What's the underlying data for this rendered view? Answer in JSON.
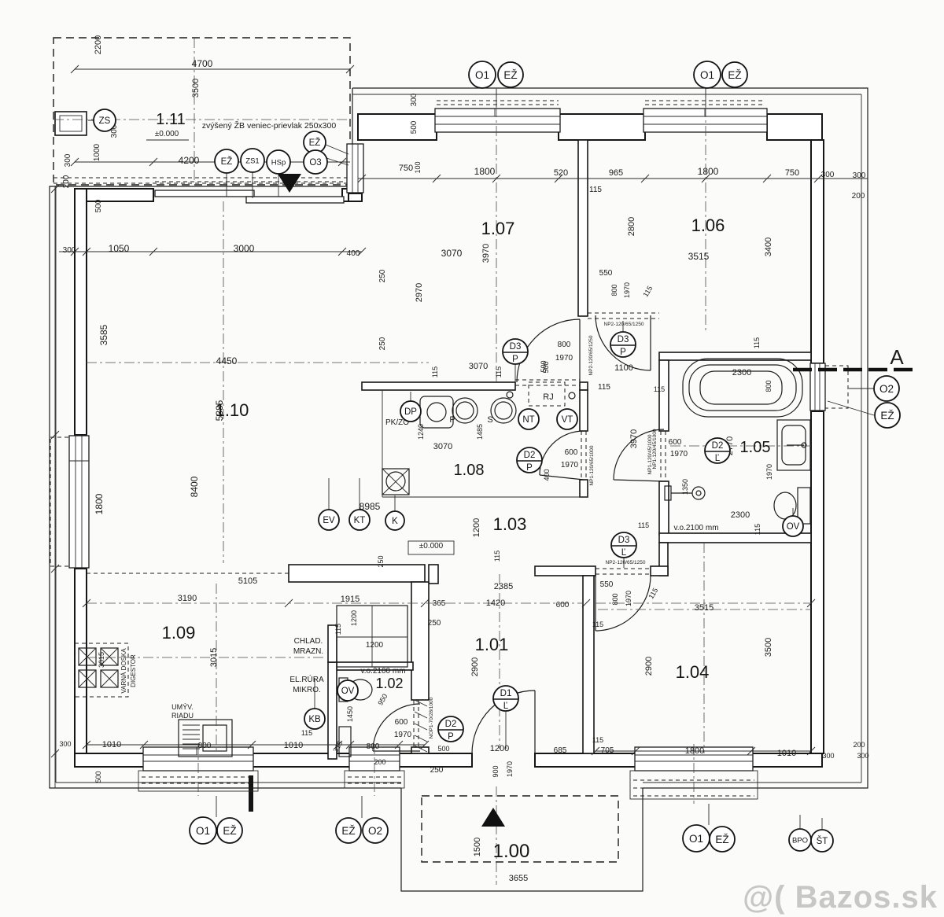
{
  "watermark": {
    "text": "@( Bazos.sk"
  },
  "plan": {
    "rooms": [
      [
        "1.11",
        217,
        158,
        20
      ],
      [
        "1.07",
        633,
        298,
        22
      ],
      [
        "1.06",
        900,
        294,
        22
      ],
      [
        "1.10",
        295,
        529,
        22
      ],
      [
        "1.08",
        596,
        604,
        20
      ],
      [
        "1.03",
        648,
        674,
        22
      ],
      [
        "1.05",
        960,
        575,
        20
      ],
      [
        "1.09",
        227,
        812,
        22
      ],
      [
        "1.02",
        495,
        875,
        18
      ],
      [
        "1.01",
        625,
        827,
        22
      ],
      [
        "1.04",
        880,
        862,
        22
      ],
      [
        "1.00",
        650,
        1090,
        24
      ]
    ],
    "texts": [
      [
        "2200",
        128,
        57,
        -90,
        11
      ],
      [
        "4700",
        257,
        85,
        0,
        12
      ],
      [
        "3500",
        252,
        112,
        -90,
        11
      ],
      [
        "±0.000",
        212,
        173,
        0,
        10
      ],
      [
        "zvýšený ŽB veniec-prievlak 250x300",
        342,
        163,
        0,
        10.5
      ],
      [
        "300",
        148,
        167,
        -90,
        10
      ],
      [
        "300",
        89,
        204,
        -90,
        10
      ],
      [
        "1000",
        126,
        194,
        -90,
        10
      ],
      [
        "4200",
        240,
        208,
        0,
        12
      ],
      [
        "200",
        87,
        231,
        -90,
        10
      ],
      [
        "500",
        128,
        262,
        -90,
        10
      ],
      [
        "300",
        529,
        127,
        -90,
        10
      ],
      [
        "500",
        529,
        162,
        -90,
        10
      ],
      [
        "750",
        516,
        217,
        0,
        11
      ],
      [
        "100",
        534,
        213,
        -90,
        9
      ],
      [
        "1800",
        616,
        222,
        0,
        12
      ],
      [
        "520",
        713,
        223,
        0,
        11
      ],
      [
        "965",
        783,
        223,
        0,
        11
      ],
      [
        "115",
        757,
        244,
        0,
        10
      ],
      [
        "2800",
        806,
        288,
        -90,
        11
      ],
      [
        "1800",
        900,
        222,
        0,
        12
      ],
      [
        "750",
        1007,
        223,
        0,
        11
      ],
      [
        "300",
        1052,
        225,
        0,
        10
      ],
      [
        "300",
        1092,
        226,
        0,
        10
      ],
      [
        "200",
        1091,
        252,
        0,
        10
      ],
      [
        "3400",
        980,
        314,
        -90,
        11
      ],
      [
        "3515",
        888,
        330,
        0,
        12
      ],
      [
        "2970",
        536,
        372,
        -90,
        11
      ],
      [
        "3070",
        574,
        326,
        0,
        12
      ],
      [
        "3970",
        621,
        322,
        -90,
        11
      ],
      [
        "300",
        88,
        321,
        0,
        10
      ],
      [
        "1050",
        151,
        320,
        0,
        12
      ],
      [
        "3000",
        310,
        320,
        0,
        12
      ],
      [
        "400",
        449,
        325,
        0,
        10
      ],
      [
        "3585",
        136,
        426,
        -90,
        12
      ],
      [
        "250",
        489,
        351,
        -90,
        10
      ],
      [
        "250",
        489,
        437,
        -90,
        10
      ],
      [
        "4450",
        288,
        463,
        0,
        12
      ],
      [
        "5385",
        283,
        522,
        -90,
        12
      ],
      [
        "8400",
        251,
        619,
        -90,
        12
      ],
      [
        "1800",
        130,
        641,
        -90,
        12
      ],
      [
        "8985",
        470,
        648,
        0,
        12
      ],
      [
        "±0.000",
        548,
        697,
        0,
        10
      ],
      [
        "PK/ZO",
        505,
        540,
        0,
        10
      ],
      [
        "P",
        575,
        537,
        0,
        11
      ],
      [
        "S",
        623,
        537,
        0,
        11
      ],
      [
        "RJ",
        697,
        508,
        0,
        11
      ],
      [
        "1240",
        538,
        549,
        -90,
        9
      ],
      [
        "1485",
        613,
        549,
        -90,
        9
      ],
      [
        "3070",
        608,
        469,
        0,
        11
      ],
      [
        "115",
        556,
        473,
        -90,
        9
      ],
      [
        "500",
        694,
        466,
        -90,
        9
      ],
      [
        "3070",
        563,
        571,
        0,
        11
      ],
      [
        "600",
        726,
        578,
        0,
        10
      ],
      [
        "1970",
        724,
        594,
        0,
        10
      ],
      [
        "400",
        698,
        604,
        -90,
        9
      ],
      [
        "NP1-120/65/1000",
        754,
        592,
        -90,
        6.5
      ],
      [
        "115",
        768,
        495,
        0,
        10
      ],
      [
        "3970",
        809,
        558,
        -90,
        11
      ],
      [
        "NP1-120/45/1000",
        828,
        578,
        -90,
        6.5
      ],
      [
        "1200",
        609,
        671,
        -90,
        11
      ],
      [
        "115",
        635,
        707,
        -90,
        9
      ],
      [
        "550",
        770,
        350,
        0,
        10
      ],
      [
        "800",
        784,
        369,
        -90,
        9
      ],
      [
        "1970",
        800,
        369,
        -90,
        9
      ],
      [
        "115",
        826,
        372,
        -60,
        9
      ],
      [
        "NP2-120/65/1250",
        793,
        414,
        0,
        6.5
      ],
      [
        "800",
        717,
        441,
        0,
        10
      ],
      [
        "1970",
        717,
        458,
        0,
        10
      ],
      [
        "500",
        697,
        467,
        -90,
        9
      ],
      [
        "115",
        637,
        473,
        -90,
        9
      ],
      [
        "1100",
        793,
        471,
        0,
        11
      ],
      [
        "NP2-120/65/1250",
        753,
        452,
        -90,
        6.5
      ],
      [
        "115",
        965,
        436,
        -90,
        9
      ],
      [
        "2300",
        943,
        477,
        0,
        11
      ],
      [
        "800",
        980,
        491,
        -90,
        9
      ],
      [
        "A",
        1140,
        463,
        0,
        26
      ],
      [
        "115",
        838,
        498,
        0,
        9
      ],
      [
        "600",
        858,
        565,
        0,
        10
      ],
      [
        "1970",
        863,
        580,
        0,
        10
      ],
      [
        "2770",
        931,
        567,
        -90,
        11
      ],
      [
        "1970",
        981,
        600,
        -90,
        9
      ],
      [
        "1350",
        874,
        619,
        -90,
        9
      ],
      [
        "2300",
        941,
        658,
        0,
        11
      ],
      [
        "115",
        966,
        673,
        -90,
        9
      ],
      [
        "v.o.2100 mm",
        885,
        674,
        0,
        10
      ],
      [
        "NP1-120/45/1000",
        834,
        571,
        -90,
        6.5
      ],
      [
        "115",
        818,
        671,
        0,
        9
      ],
      [
        "NP2-120/65/1250",
        795,
        717,
        0,
        6.5
      ],
      [
        "550",
        771,
        746,
        0,
        10
      ],
      [
        "600",
        715,
        772,
        0,
        10
      ],
      [
        "800",
        785,
        762,
        -90,
        9
      ],
      [
        "1970",
        802,
        761,
        -90,
        9
      ],
      [
        "115",
        833,
        756,
        -60,
        9
      ],
      [
        "3515",
        895,
        776,
        0,
        11
      ],
      [
        "115",
        760,
        797,
        0,
        9
      ],
      [
        "2900",
        828,
        847,
        -90,
        11
      ],
      [
        "3500",
        980,
        823,
        -90,
        11
      ],
      [
        "705",
        772,
        957,
        0,
        10
      ],
      [
        "1800",
        883,
        958,
        0,
        11
      ],
      [
        "1010",
        1000,
        961,
        0,
        11
      ],
      [
        "300",
        1053,
        964,
        0,
        9
      ],
      [
        "200",
        1092,
        950,
        0,
        9
      ],
      [
        "300",
        1097,
        964,
        0,
        9
      ],
      [
        "5105",
        315,
        742,
        0,
        11
      ],
      [
        "3190",
        238,
        764,
        0,
        11
      ],
      [
        "1915",
        445,
        765,
        0,
        11
      ],
      [
        "2385",
        640,
        749,
        0,
        11
      ],
      [
        "365",
        558,
        770,
        0,
        10
      ],
      [
        "1420",
        630,
        770,
        0,
        11
      ],
      [
        "250",
        487,
        714,
        -90,
        9
      ],
      [
        "3015",
        275,
        836,
        -90,
        11
      ],
      [
        "3015",
        132,
        839,
        -90,
        9
      ],
      [
        "VARNÁ DOSKA",
        160,
        853,
        -90,
        8
      ],
      [
        "DIGESTOR",
        172,
        853,
        -90,
        8
      ],
      [
        "CHLAD.",
        392,
        818,
        0,
        10
      ],
      [
        "MRAZN.",
        392,
        831,
        0,
        10
      ],
      [
        "EL.RÚRA",
        390,
        867,
        0,
        10
      ],
      [
        "MIKRO.",
        390,
        880,
        0,
        10
      ],
      [
        "115",
        433,
        800,
        -90,
        9
      ],
      [
        "1200",
        453,
        786,
        -90,
        9
      ],
      [
        "1200",
        476,
        823,
        0,
        10
      ],
      [
        "UMÝV.",
        232,
        902,
        0,
        9
      ],
      [
        "RIADU",
        232,
        913,
        0,
        9
      ],
      [
        "800",
        260,
        951,
        0,
        10
      ],
      [
        "1010",
        142,
        950,
        0,
        11
      ],
      [
        "1010",
        373,
        951,
        0,
        11
      ],
      [
        "115",
        390,
        935,
        0,
        9
      ],
      [
        "315",
        432,
        951,
        -60,
        9
      ],
      [
        "1450",
        448,
        908,
        -90,
        9
      ],
      [
        "300",
        83,
        949,
        0,
        9
      ],
      [
        "500",
        128,
        988,
        -90,
        9
      ],
      [
        "200",
        483,
        972,
        0,
        9
      ],
      [
        "250",
        555,
        982,
        0,
        10
      ],
      [
        "250",
        552,
        795,
        0,
        10
      ],
      [
        "v.o.2100 mm",
        487,
        856,
        0,
        10
      ],
      [
        "950",
        489,
        891,
        -60,
        9
      ],
      [
        "600",
        510,
        921,
        0,
        10
      ],
      [
        "1970",
        512,
        937,
        0,
        10
      ],
      [
        "800",
        474,
        952,
        0,
        10
      ],
      [
        "NOP1-70/28/1000",
        550,
        913,
        -90,
        6.5
      ],
      [
        "500",
        564,
        955,
        0,
        9
      ],
      [
        "2900",
        607,
        848,
        -90,
        11
      ],
      [
        "1200",
        635,
        955,
        0,
        11
      ],
      [
        "900",
        633,
        981,
        -90,
        9
      ],
      [
        "1970",
        651,
        978,
        -90,
        9
      ],
      [
        "685",
        712,
        957,
        0,
        10
      ],
      [
        "115",
        760,
        944,
        0,
        9
      ],
      [
        "1500",
        610,
        1077,
        -90,
        11
      ],
      [
        "3655",
        659,
        1120,
        0,
        11
      ]
    ],
    "markers": [
      [
        "ZS",
        133,
        153,
        14
      ],
      [
        "EŽ",
        288,
        205,
        15
      ],
      [
        "ZS1",
        321,
        204,
        15
      ],
      [
        "HSp",
        354,
        206,
        15
      ],
      [
        "EŽ",
        400,
        181,
        14
      ],
      [
        "O3",
        401,
        206,
        15
      ],
      [
        "O1",
        613,
        95,
        17
      ],
      [
        "EŽ",
        649,
        95,
        16
      ],
      [
        "O1",
        899,
        95,
        17
      ],
      [
        "EŽ",
        934,
        95,
        16
      ],
      [
        "O2",
        1127,
        494,
        16
      ],
      [
        "EŽ",
        1128,
        528,
        16
      ],
      [
        "DP",
        522,
        523,
        13
      ],
      [
        "NT",
        672,
        533,
        13
      ],
      [
        "VT",
        721,
        533,
        13
      ],
      [
        "EV",
        418,
        661,
        13
      ],
      [
        "KT",
        457,
        661,
        13
      ],
      [
        "K",
        502,
        662,
        12
      ],
      [
        "OV",
        1008,
        669,
        13
      ],
      [
        "OV",
        442,
        878,
        13
      ],
      [
        "KB",
        400,
        914,
        13
      ],
      [
        "O1",
        258,
        1056,
        17
      ],
      [
        "EŽ",
        292,
        1056,
        16
      ],
      [
        "EŽ",
        443,
        1056,
        16
      ],
      [
        "O2",
        477,
        1056,
        16
      ],
      [
        "O1",
        885,
        1066,
        17
      ],
      [
        "EŽ",
        918,
        1067,
        16
      ],
      [
        "BPO",
        1017,
        1068,
        14
      ],
      [
        "ŠT",
        1045,
        1069,
        14
      ]
    ],
    "door_markers": [
      [
        "D3",
        "P",
        655,
        447
      ],
      [
        "D3",
        "P",
        792,
        438
      ],
      [
        "D2",
        "P",
        673,
        585
      ],
      [
        "D2",
        "Ľ",
        912,
        573
      ],
      [
        "D3",
        "Ľ",
        793,
        693
      ],
      [
        "D2",
        "P",
        573,
        927
      ],
      [
        "D1",
        "Ľ",
        643,
        888
      ]
    ],
    "arrows": [
      [
        "down",
        368,
        232
      ],
      [
        "up",
        627,
        1040
      ]
    ]
  }
}
